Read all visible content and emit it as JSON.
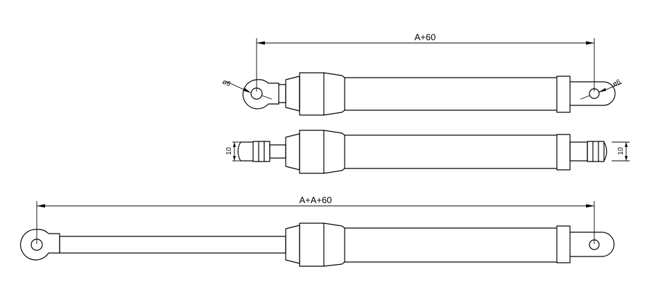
{
  "drawing": {
    "views": [
      {
        "name": "top-view-retracted",
        "dimension": "A+60",
        "left_hole": "ø6",
        "right_hole": "ø6"
      },
      {
        "name": "side-view-retracted",
        "left_width": "10",
        "right_width": "10"
      },
      {
        "name": "extended-view",
        "dimension": "A+A+60"
      }
    ]
  }
}
